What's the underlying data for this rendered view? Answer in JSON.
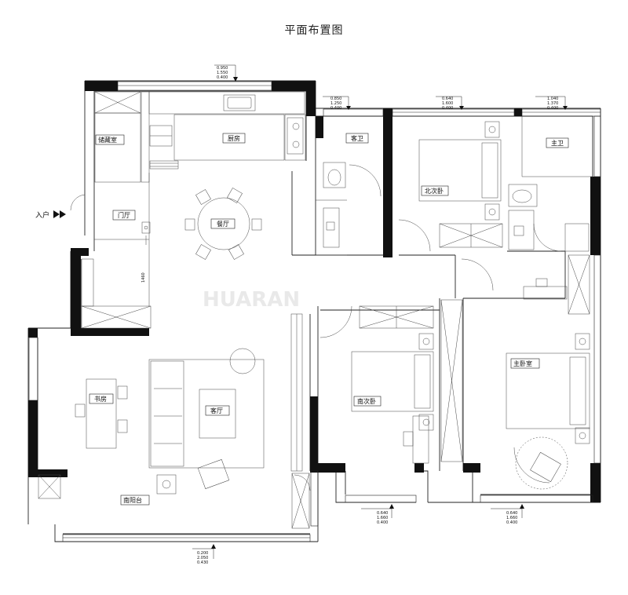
{
  "title": "平面布置图",
  "watermark": "HUARAN",
  "entry_label": "入户",
  "rooms": {
    "storage": "储藏室",
    "kitchen": "厨房",
    "guest_bath": "客卫",
    "north_bedroom": "北次卧",
    "master_bath": "主卫",
    "foyer": "门厅",
    "dining": "餐厅",
    "study": "书房",
    "living": "客厅",
    "south_bedroom": "南次卧",
    "master_bedroom": "主卧室",
    "south_balcony": "南阳台"
  },
  "dimension": "1460",
  "window_specs": {
    "kitchen": [
      "0.950",
      "1.550",
      "0.400"
    ],
    "guest_bath": [
      "0.850",
      "1.250",
      "0.400"
    ],
    "north_bedroom": [
      "0.640",
      "1.600",
      "0.400"
    ],
    "master_bath": [
      "1.040",
      "1.370",
      "0.400"
    ],
    "south_bedroom": [
      "0.640",
      "1.660",
      "0.400"
    ],
    "master_bedroom": [
      "0.640",
      "1.660",
      "0.400"
    ],
    "balcony": [
      "0.200",
      "2.050",
      "0.430"
    ]
  },
  "colors": {
    "wall": "#111111",
    "line": "#222222",
    "furniture": "#555555"
  }
}
